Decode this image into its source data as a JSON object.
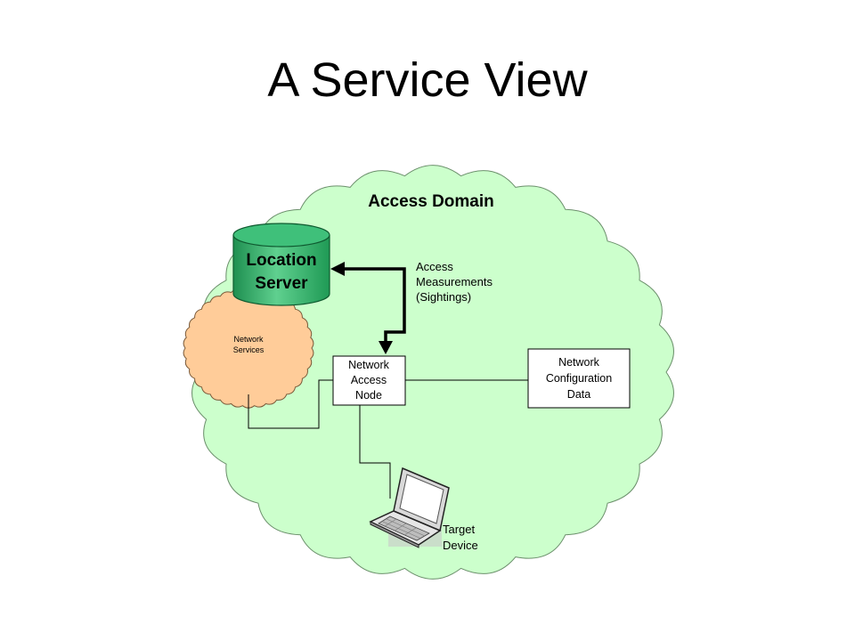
{
  "slide": {
    "title": "A Service View"
  },
  "colors": {
    "access_domain_fill": "#ccffcc",
    "network_services_fill": "#ffcc99",
    "location_server_fill": "#2fb56b",
    "box_fill": "#ffffff",
    "line": "#000000"
  },
  "diagram": {
    "access_domain_label": "Access Domain",
    "network_services": [
      "Network",
      "Services"
    ],
    "location_server": [
      "Location",
      "Server"
    ],
    "access_measurements": [
      "Access",
      "Measurements",
      "(Sightings)"
    ],
    "network_access_node": [
      "Network",
      "Access",
      "Node"
    ],
    "network_configuration_data": [
      "Network",
      "Configuration",
      "Data"
    ],
    "target_device": [
      "Target",
      "Device"
    ],
    "icons": {
      "target_device": "laptop-icon"
    }
  }
}
